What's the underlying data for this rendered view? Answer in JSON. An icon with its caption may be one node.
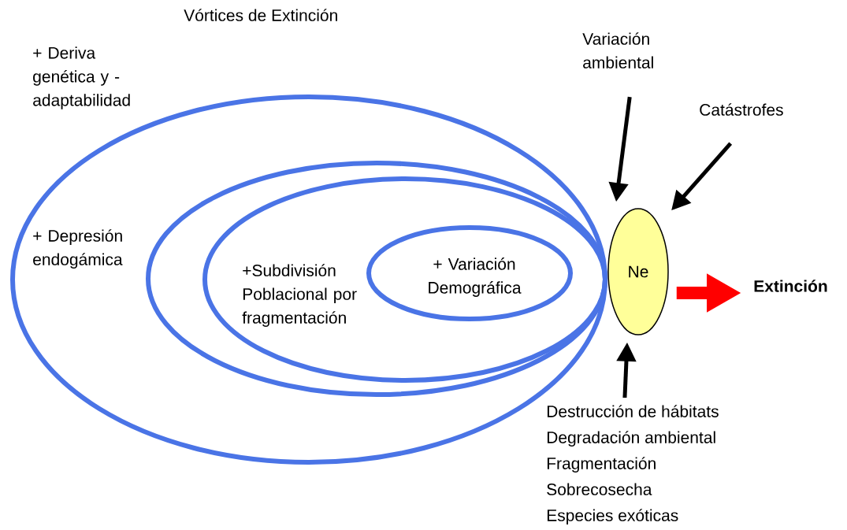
{
  "diagram": {
    "title": "Vórtices de Extinción",
    "nodes": [
      {
        "text": [
          "+ Depresión endogámica"
        ],
        "beside": [
          "+ Deriva genética y - adaptabilidad"
        ]
      },
      {
        "text": [],
        "shape": "ellipse",
        "in": 0
      },
      {
        "text": [
          "+Subdivisión Poblacional por fragmentación"
        ],
        "in": 1
      },
      {
        "text": [
          "+ Variación Demográfica"
        ],
        "in": 2
      },
      {
        "text": [
          "Ne"
        ]
      },
      {
        "text": [
          "Variación ambiental"
        ]
      },
      {
        "text": [
          "Catástrofes"
        ]
      },
      {
        "text": [
          "Destrucción de hábitats",
          "Degradación ambiental",
          "Fragmentación",
          "Sobrecosecha",
          "Especies exóticas"
        ]
      },
      {
        "text": [
          "Extinción"
        ]
      }
    ],
    "edges": [
      {
        "from": 5,
        "to": 4,
        "arrow": "to"
      },
      {
        "from": 6,
        "to": 4,
        "arrow": "to"
      },
      {
        "from": 7,
        "to": 4,
        "arrow": "to"
      },
      {
        "from": 4,
        "to": 8,
        "arrow": "to",
        "style": "thick",
        "color": "#ff0000"
      }
    ]
  }
}
